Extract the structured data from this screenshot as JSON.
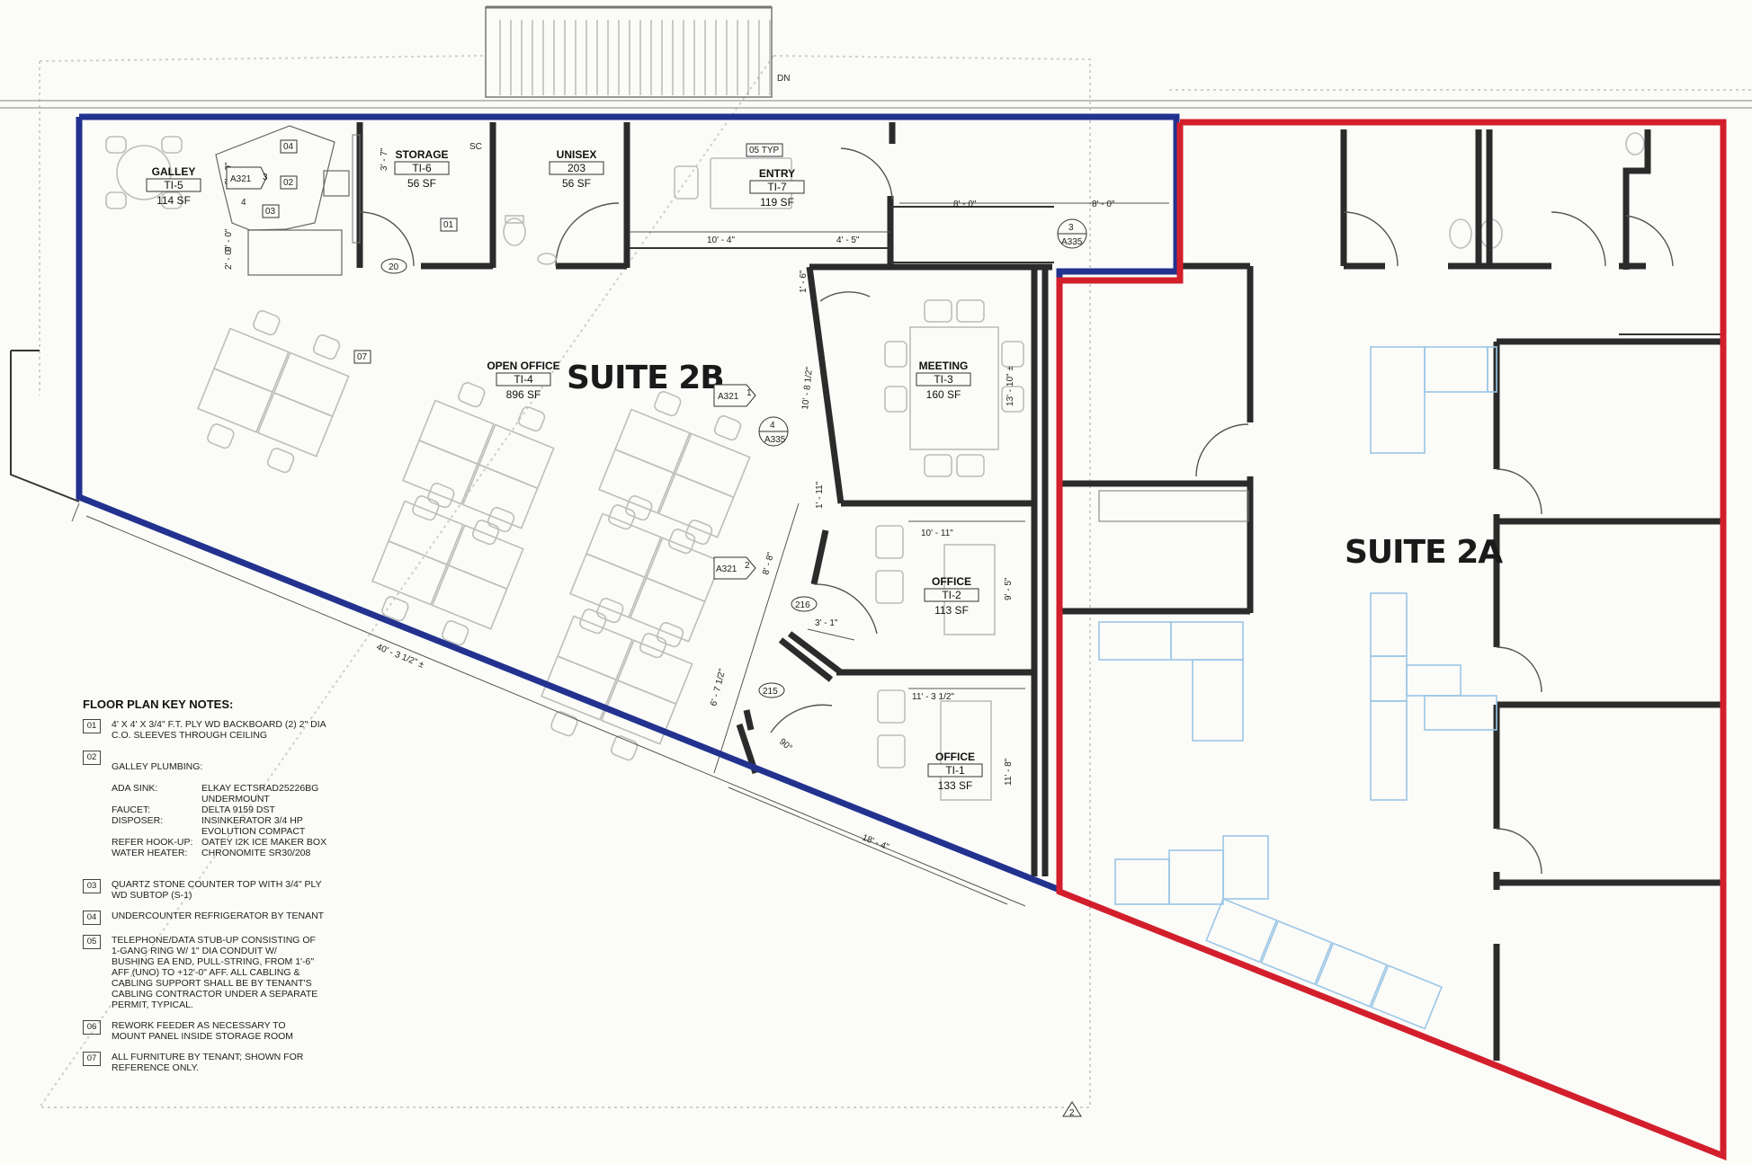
{
  "suites": {
    "suite_2b": "SUITE 2B",
    "suite_2a": "SUITE 2A"
  },
  "rooms": [
    {
      "id": "galley",
      "name": "GALLEY",
      "tag": "TI-5",
      "area": "114 SF"
    },
    {
      "id": "storage",
      "name": "STORAGE",
      "tag": "TI-6",
      "area": "56 SF"
    },
    {
      "id": "unisex",
      "name": "UNISEX",
      "tag": "203",
      "area": "56 SF"
    },
    {
      "id": "entry",
      "name": "ENTRY",
      "tag": "TI-7",
      "area": "119 SF"
    },
    {
      "id": "open_office",
      "name": "OPEN OFFICE",
      "tag": "TI-4",
      "area": "896 SF"
    },
    {
      "id": "meeting",
      "name": "MEETING",
      "tag": "TI-3",
      "area": "160 SF"
    },
    {
      "id": "office_2",
      "name": "OFFICE",
      "tag": "TI-2",
      "area": "113 SF"
    },
    {
      "id": "office_1",
      "name": "OFFICE",
      "tag": "TI-1",
      "area": "133 SF"
    }
  ],
  "dimensions": {
    "entry_w1": "10' - 4\"",
    "entry_w2": "4' - 5\"",
    "corr_w1": "8' - 0\"",
    "corr_w2": "8' - 0\"",
    "galley_v1": "6' - 0\"",
    "galley_v2": "9' - 0\"",
    "galley_v3": "2' - 0\"",
    "storage_v": "3' - 7\"",
    "meeting_v": "13' - 10\" ±",
    "meeting_diag": "10' - 8 1/2\"",
    "meeting_top": "1' - 6\"",
    "office2_w": "10' - 11\"",
    "office2_v": "9' - 5\"",
    "office1_w": "11' - 3 1/2\"",
    "office1_v": "11' - 8\"",
    "wall_seg": "1' - 11\"",
    "door_w": "3' - 1\"",
    "diag_a": "8' - 8\"",
    "diag_b": "6' - 7 1/2\"",
    "south_long": "40' - 3 1/2\" ±",
    "south_short": "18' - 4\"",
    "angle": "90°"
  },
  "tags": {
    "dn": "DN",
    "typ05": "05 TYP",
    "t01": "01",
    "t02": "02",
    "t03": "03",
    "t04": "04",
    "t07": "07",
    "t20": "20",
    "t215": "215",
    "t216": "216",
    "sc": "SC",
    "a321a": "A321",
    "a321a_n": "3",
    "a321a_m": "4",
    "a321b": "A321",
    "a321b_n": "1",
    "a321c": "A321",
    "a321c_n": "2",
    "a335a_n": "4",
    "a335a": "A335",
    "a335b_n": "3",
    "a335b": "A335",
    "two": "2"
  },
  "key_notes": {
    "title": "FLOOR PLAN KEY NOTES:",
    "items": [
      {
        "num": "01",
        "text": "4' x 4' x 3/4\" F.T. PLY WD BACKBOARD (2) 2\" DIA\nC.O. SLEEVES THROUGH CEILING"
      },
      {
        "num": "02",
        "text": "GALLEY PLUMBING:"
      },
      {
        "num": "03",
        "text": "QUARTZ STONE COUNTER TOP WITH 3/4\" PLY\nWD SUBTOP (S-1)"
      },
      {
        "num": "04",
        "text": "UNDERCOUNTER REFRIGERATOR BY TENANT"
      },
      {
        "num": "05",
        "text": "TELEPHONE/DATA STUB-UP CONSISTING OF\n1-GANG RING W/ 1\" DIA CONDUIT W/\nBUSHING EA END, PULL-STRING, FROM 1'-6\"\nAFF (UNO) TO +12'-0\" AFF. ALL CABLING &\nCABLING SUPPORT SHALL BE BY TENANT'S\nCABLING CONTRACTOR UNDER A SEPARATE\nPERMIT, TYPICAL."
      },
      {
        "num": "06",
        "text": "REWORK FEEDER AS NECESSARY TO\nMOUNT PANEL INSIDE STORAGE ROOM"
      },
      {
        "num": "07",
        "text": "ALL FURNITURE BY TENANT; SHOWN FOR\nREFERENCE ONLY."
      }
    ],
    "plumbing": [
      {
        "k": "ADA SINK:",
        "v": "ELKAY ECTSRAD25226BG\nUNDERMOUNT"
      },
      {
        "k": "FAUCET:",
        "v": "DELTA 9159 DST"
      },
      {
        "k": "DISPOSER:",
        "v": "INSINKERATOR 3/4 HP\nEVOLUTION COMPACT"
      },
      {
        "k": "REFER HOOK-UP:",
        "v": "OATEY I2K ICE MAKER BOX"
      },
      {
        "k": "WATER HEATER:",
        "v": "CHRONOMITE SR30/208"
      }
    ]
  },
  "colors": {
    "suite_2b_outline": "#23328f",
    "suite_2a_outline": "#d21f2b"
  }
}
